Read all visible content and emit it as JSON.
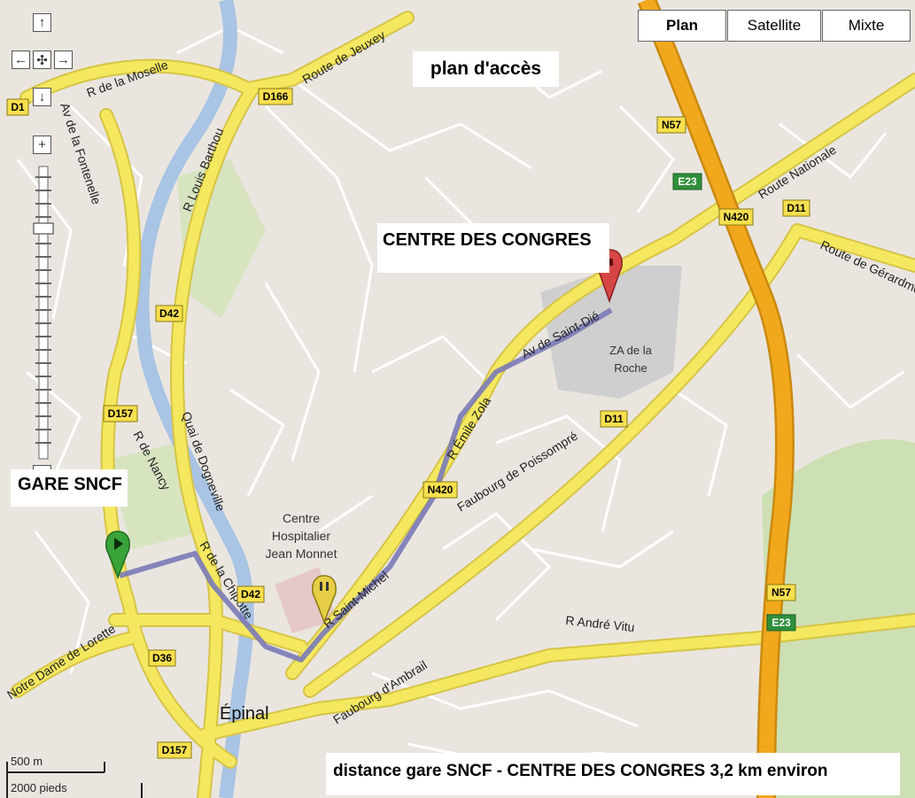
{
  "map_type": {
    "plan": "Plan",
    "satellite": "Satellite",
    "mixte": "Mixte",
    "active": "plan"
  },
  "annotations": {
    "title": "plan d'accès",
    "destination": "CENTRE DES CONGRES",
    "origin": "GARE SNCF",
    "distance": "distance gare SNCF - CENTRE DES CONGRES 3,2 km environ"
  },
  "scale": {
    "metric": "500 m",
    "imperial": "2000 pieds"
  },
  "street_labels": {
    "r_moselle": "R de la Moselle",
    "route_jeuxey": "Route de Jeuxey",
    "av_fontenelle": "Av de la Fontenelle",
    "r_louis_barthou": "R Louis Barthou",
    "route_nationale": "Route Nationale",
    "route_gerardmer": "Route de Gérardmer",
    "av_saint_die": "Av de Saint-Dié",
    "r_emile_zola": "R Émile Zola",
    "faubourg_poissompre": "Faubourg de Poissompré",
    "quai_dogneville": "Quai de Dogneville",
    "r_nancy": "R de Nancy",
    "r_chipotte": "R de la Chipotte",
    "r_saint_michel": "R Saint-Michel",
    "r_andre_vitu": "R André Vitu",
    "faubourg_ambrail": "Faubourg d'Ambrail",
    "notre_dame_lorette": "Notre Dame de Lorette"
  },
  "road_shields": {
    "d166": "D166",
    "n57_top": "N57",
    "e23_top": "E23",
    "n420_top": "N420",
    "d11_top": "D11",
    "d42_mid": "D42",
    "d157_mid": "D157",
    "d11_mid": "D11",
    "n420_mid": "N420",
    "d42_low": "D42",
    "d36": "D36",
    "d157_low": "D157",
    "n57_low": "N57",
    "e23_low": "E23",
    "d1_left": "D1"
  },
  "place_labels": {
    "za_line1": "ZA de la",
    "za_line2": "Roche",
    "hosp_line1": "Centre",
    "hosp_line2": "Hospitalier",
    "hosp_line3": "Jean Monnet",
    "epinal": "Épinal"
  },
  "nav": {
    "up": "↑",
    "down": "↓",
    "left": "←",
    "right": "→",
    "center": "✣",
    "zoom_in": "+",
    "zoom_out": "−"
  },
  "colors": {
    "land": "#eae6df",
    "road": "#f4e860",
    "road_edge": "#d6c447",
    "highway": "#f2a81d",
    "highway_edge": "#c98a10",
    "river": "#a9c4e4",
    "green": "#cde0b4",
    "route": "#7a7ab8",
    "minor_street": "#ffffff",
    "zone": "#cfcfcf"
  }
}
